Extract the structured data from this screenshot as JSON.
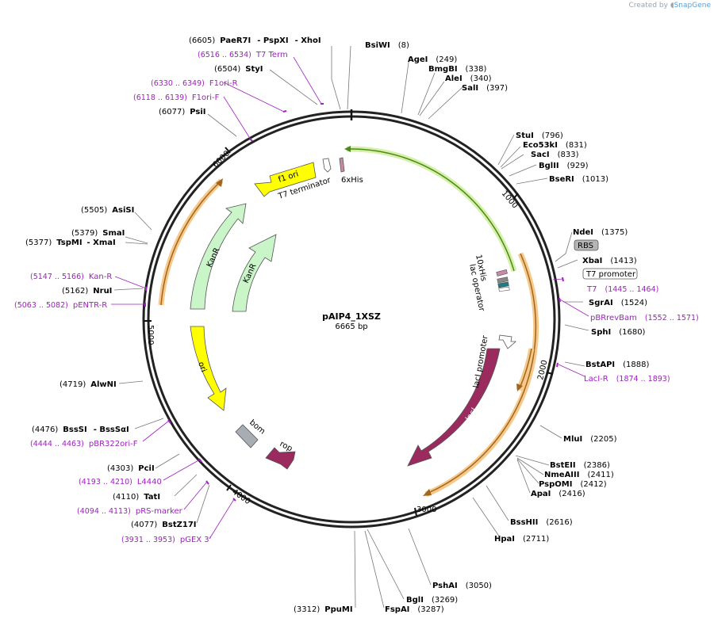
{
  "credit": {
    "prefix": "Created by",
    "brand": "SnapGene"
  },
  "plasmid": {
    "name": "pAIP4_1XSZ",
    "size": "6665 bp"
  },
  "ticks": [
    "1000",
    "2000",
    "3000",
    "4000",
    "5000",
    "6000"
  ],
  "sites_top": [
    {
      "pos": "(6605)",
      "enz": "PaeR7I",
      "sep1": "- PspXI",
      "sep2": "- XhoI"
    },
    {
      "enz": "BsiWI",
      "pos": "(8)"
    },
    {
      "enz": "AgeI",
      "pos": "(249)"
    },
    {
      "enz": "BmgBI",
      "pos": "(338)"
    },
    {
      "enz": "AleI",
      "pos": "(340)"
    },
    {
      "enz": "SalI",
      "pos": "(397)"
    },
    {
      "pos": "(6504)",
      "enz": "StyI"
    },
    {
      "pos": "(6077)",
      "enz": "PsiI"
    }
  ],
  "sites_right": [
    {
      "enz": "StuI",
      "pos": "(796)"
    },
    {
      "enz": "Eco53kI",
      "pos": "(831)"
    },
    {
      "enz": "SacI",
      "pos": "(833)"
    },
    {
      "enz": "BglII",
      "pos": "(929)"
    },
    {
      "enz": "BseRI",
      "pos": "(1013)"
    },
    {
      "enz": "NdeI",
      "pos": "(1375)"
    },
    {
      "enz": "XbaI",
      "pos": "(1413)"
    },
    {
      "enz": "SgrAI",
      "pos": "(1524)"
    },
    {
      "enz": "SphI",
      "pos": "(1680)"
    },
    {
      "enz": "BstAPI",
      "pos": "(1888)"
    },
    {
      "enz": "MluI",
      "pos": "(2205)"
    },
    {
      "enz": "BstEII",
      "pos": "(2386)"
    },
    {
      "enz": "NmeAIII",
      "pos": "(2411)"
    },
    {
      "enz": "PspOMI",
      "pos": "(2412)"
    },
    {
      "enz": "ApaI",
      "pos": "(2416)"
    },
    {
      "enz": "BssHII",
      "pos": "(2616)"
    },
    {
      "enz": "HpaI",
      "pos": "(2711)"
    },
    {
      "enz": "PshAI",
      "pos": "(3050)"
    },
    {
      "enz": "BglI",
      "pos": "(3269)"
    },
    {
      "enz": "FspAI",
      "pos": "(3287)"
    }
  ],
  "sites_left": [
    {
      "pos": "(3312)",
      "enz": "PpuMI"
    },
    {
      "pos": "(5505)",
      "enz": "AsiSI"
    },
    {
      "pos": "(5379)",
      "enz": "SmaI"
    },
    {
      "pos": "(5377)",
      "enz": "TspMI",
      "sep": "- XmaI"
    },
    {
      "pos": "(5162)",
      "enz": "NruI"
    },
    {
      "pos": "(4719)",
      "enz": "AlwNI"
    },
    {
      "pos": "(4476)",
      "enz": "BssSI",
      "sep": "- BssSαI"
    },
    {
      "pos": "(4303)",
      "enz": "PciI"
    },
    {
      "pos": "(4110)",
      "enz": "TatI"
    },
    {
      "pos": "(4077)",
      "enz": "BstZ17I"
    }
  ],
  "boxed": {
    "rbs": "RBS",
    "t7prom": "T7 promoter"
  },
  "primers": [
    {
      "range": "(6516 .. 6534)",
      "name": "T7 Term"
    },
    {
      "range": "(6330 .. 6349)",
      "name": "F1ori-R"
    },
    {
      "range": "(6118 .. 6139)",
      "name": "F1ori-F"
    },
    {
      "range": "(5147 .. 5166)",
      "name": "Kan-R"
    },
    {
      "range": "(5063 .. 5082)",
      "name": "pENTR-R"
    },
    {
      "name": "T7",
      "range": "(1445 .. 1464)"
    },
    {
      "name": "pBRrevBam",
      "range": "(1552 .. 1571)"
    },
    {
      "name": "LacI-R",
      "range": "(1874 .. 1893)"
    },
    {
      "range": "(4444 .. 4463)",
      "name": "pBR322ori-F"
    },
    {
      "range": "(4193 .. 4210)",
      "name": "L4440"
    },
    {
      "range": "(4094 .. 4113)",
      "name": "pRS-marker"
    },
    {
      "range": "(3931 .. 3953)",
      "name": "pGEX 3'"
    }
  ],
  "features": {
    "f1ori": "f1 ori",
    "t7term": "T7 terminator",
    "his6": "6xHis",
    "kanr1": "KanR",
    "kanr2": "KanR",
    "his10": "10xHis",
    "lacop": "lac operator",
    "laciprom": "lacI promoter",
    "laci": "lacI",
    "ori": "ori",
    "bom": "bom",
    "rop": "rop"
  },
  "colors": {
    "backbone": "#222222",
    "kanr": "#c9f5c9",
    "ori": "#ffff00",
    "laci": "#9b2a5e",
    "orf_glow": "#f6c98a",
    "orf_line": "#a0651e",
    "green_glow": "#d6f0a8",
    "green_line": "#4a8a1a",
    "primer": "#a020c0",
    "bom": "#a8adb3"
  }
}
